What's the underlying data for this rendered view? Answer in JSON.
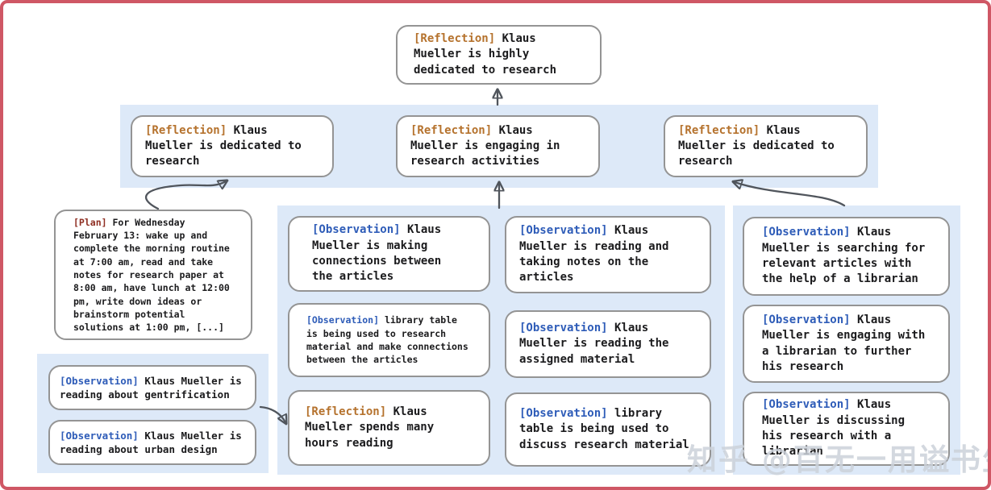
{
  "watermark": "知乎 @百无一用谥书生",
  "colors": {
    "frame_border": "#cf5765",
    "band_background": "#dde9f8",
    "node_border": "#949494",
    "node_text": "#1b1b1d",
    "tag_reflection": "#b5722d",
    "tag_observation": "#2e5cb8",
    "tag_plan": "#8f2f23",
    "arrow": "#50555c"
  },
  "nodes": {
    "root": {
      "tag": "[Reflection]",
      "text": "Klaus Mueller is highly dedicated to research"
    },
    "reflections": [
      {
        "tag": "[Reflection]",
        "text": "Klaus Mueller is dedicated to research"
      },
      {
        "tag": "[Reflection]",
        "text": "Klaus Mueller is engaging in research activities"
      },
      {
        "tag": "[Reflection]",
        "text": "Klaus Mueller is dedicated to research"
      }
    ],
    "plan": {
      "tag": "[Plan]",
      "text": "For Wednesday February 13: wake up and complete the morning routine at 7:00 am, read and take notes for research paper at 8:00 am, have lunch at 12:00 pm, write down ideas or brainstorm potential solutions at 1:00 pm, [...]"
    },
    "left_observations": [
      {
        "tag": "[Observation]",
        "text": "Klaus Mueller is reading about gentrification"
      },
      {
        "tag": "[Observation]",
        "text": "Klaus Mueller is reading about urban design"
      }
    ],
    "middle_left": [
      {
        "tag": "[Observation]",
        "text": "Klaus Mueller is making connections between the articles"
      },
      {
        "tag": "[Observation]",
        "text": "library table is being used to research material and make connections between the articles"
      },
      {
        "tag": "[Reflection]",
        "text": "Klaus Mueller spends many hours reading"
      }
    ],
    "middle_right": [
      {
        "tag": "[Observation]",
        "text": "Klaus Mueller is reading and taking notes on the articles"
      },
      {
        "tag": "[Observation]",
        "text": "Klaus Mueller is reading the assigned material"
      },
      {
        "tag": "[Observation]",
        "text": "library table is being used to discuss research material"
      }
    ],
    "right_column": [
      {
        "tag": "[Observation]",
        "text": "Klaus Mueller is searching for relevant articles with the help of a librarian"
      },
      {
        "tag": "[Observation]",
        "text": "Klaus Mueller is engaging with a librarian to further his research"
      },
      {
        "tag": "[Observation]",
        "text": "Klaus Mueller is discussing his research with a librarian"
      }
    ]
  }
}
